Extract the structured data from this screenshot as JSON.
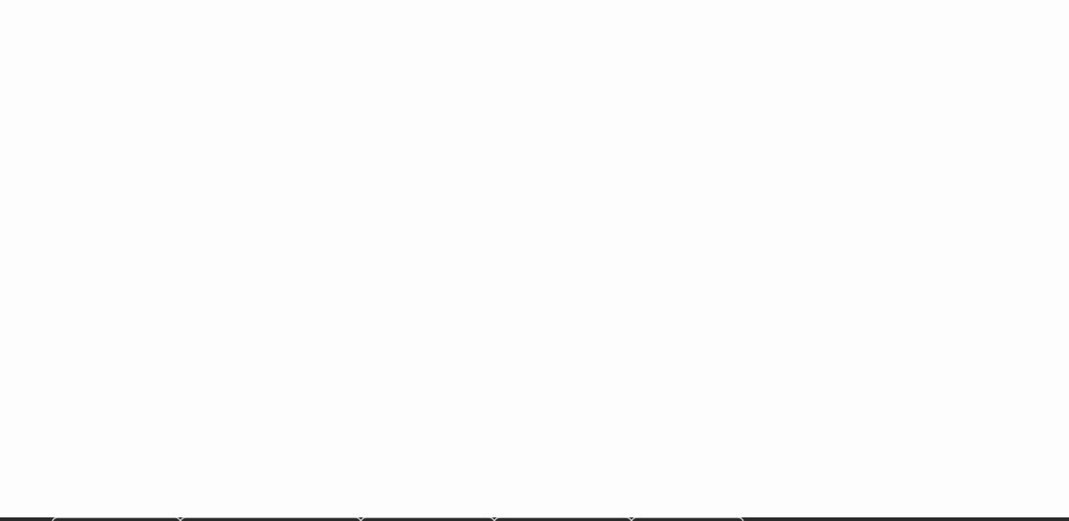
{
  "colors": {
    "background": "#fdfdfd",
    "bottom_bar": "#2b2b2b",
    "tab_outline": "#c9c9c9"
  },
  "bottom_bar": {
    "tabs": [
      {
        "name": "tab-1",
        "label": ""
      },
      {
        "name": "tab-2",
        "label": ""
      },
      {
        "name": "tab-3",
        "label": ""
      },
      {
        "name": "tab-4",
        "label": ""
      }
    ]
  }
}
